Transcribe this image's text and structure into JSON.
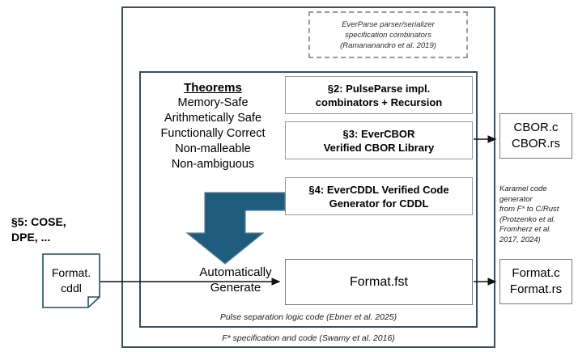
{
  "figure": {
    "title": "EverCDDL / EverParse verified code generation pipeline diagram",
    "colors": {
      "frame_border": "#3c4f5c",
      "box_border": "#9a9a9a",
      "big_arrow": "#1e5c7d",
      "doc_border": "#1f4e66",
      "dashed_border": "#9a9a9a"
    }
  },
  "dashed_box": {
    "line1": "EverParse parser/serializer",
    "line2": "specification combinators",
    "line3": "(Ramananandro et al. 2019)"
  },
  "theorems": {
    "title": "Theorems",
    "items": [
      "Memory-Safe",
      "Arithmetically Safe",
      "Functionally Correct",
      "Non-malleable",
      "Non-ambiguous"
    ]
  },
  "sections": [
    {
      "name": "pulseparse",
      "line1": "§2: PulseParse impl.",
      "line2": "combinators + Recursion"
    },
    {
      "name": "evercbor",
      "line1": "§3: EverCBOR",
      "line2": "Verified CBOR Library"
    },
    {
      "name": "evercddl",
      "line1": "§4: EverCDDL Verified Code",
      "line2": "Generator for CDDL"
    }
  ],
  "left": {
    "cose_label_line1": "§5: COSE,",
    "cose_label_line2": "DPE, ...",
    "doc_line1": "Format.",
    "doc_line2": "cddl"
  },
  "middle": {
    "autogen_line1": "Automatically",
    "autogen_line2": "Generate",
    "fst_box": "Format.fst"
  },
  "outputs": {
    "cbor_line1": "CBOR.c",
    "cbor_line2": "CBOR.rs",
    "format_line1": "Format.c",
    "format_line2": "Format.rs"
  },
  "karamel": {
    "line1": "Karamel code",
    "line2": "generator",
    "line3": "from F* to C/Rust",
    "line4": "(Protzenko et al.",
    "line5": "Fromherz et al.",
    "line6": "2017, 2024)"
  },
  "captions": {
    "pulse": "Pulse separation logic code (Ebner et al. 2025)",
    "fstar": "F* specification and code (Swamy et al. 2016)"
  }
}
